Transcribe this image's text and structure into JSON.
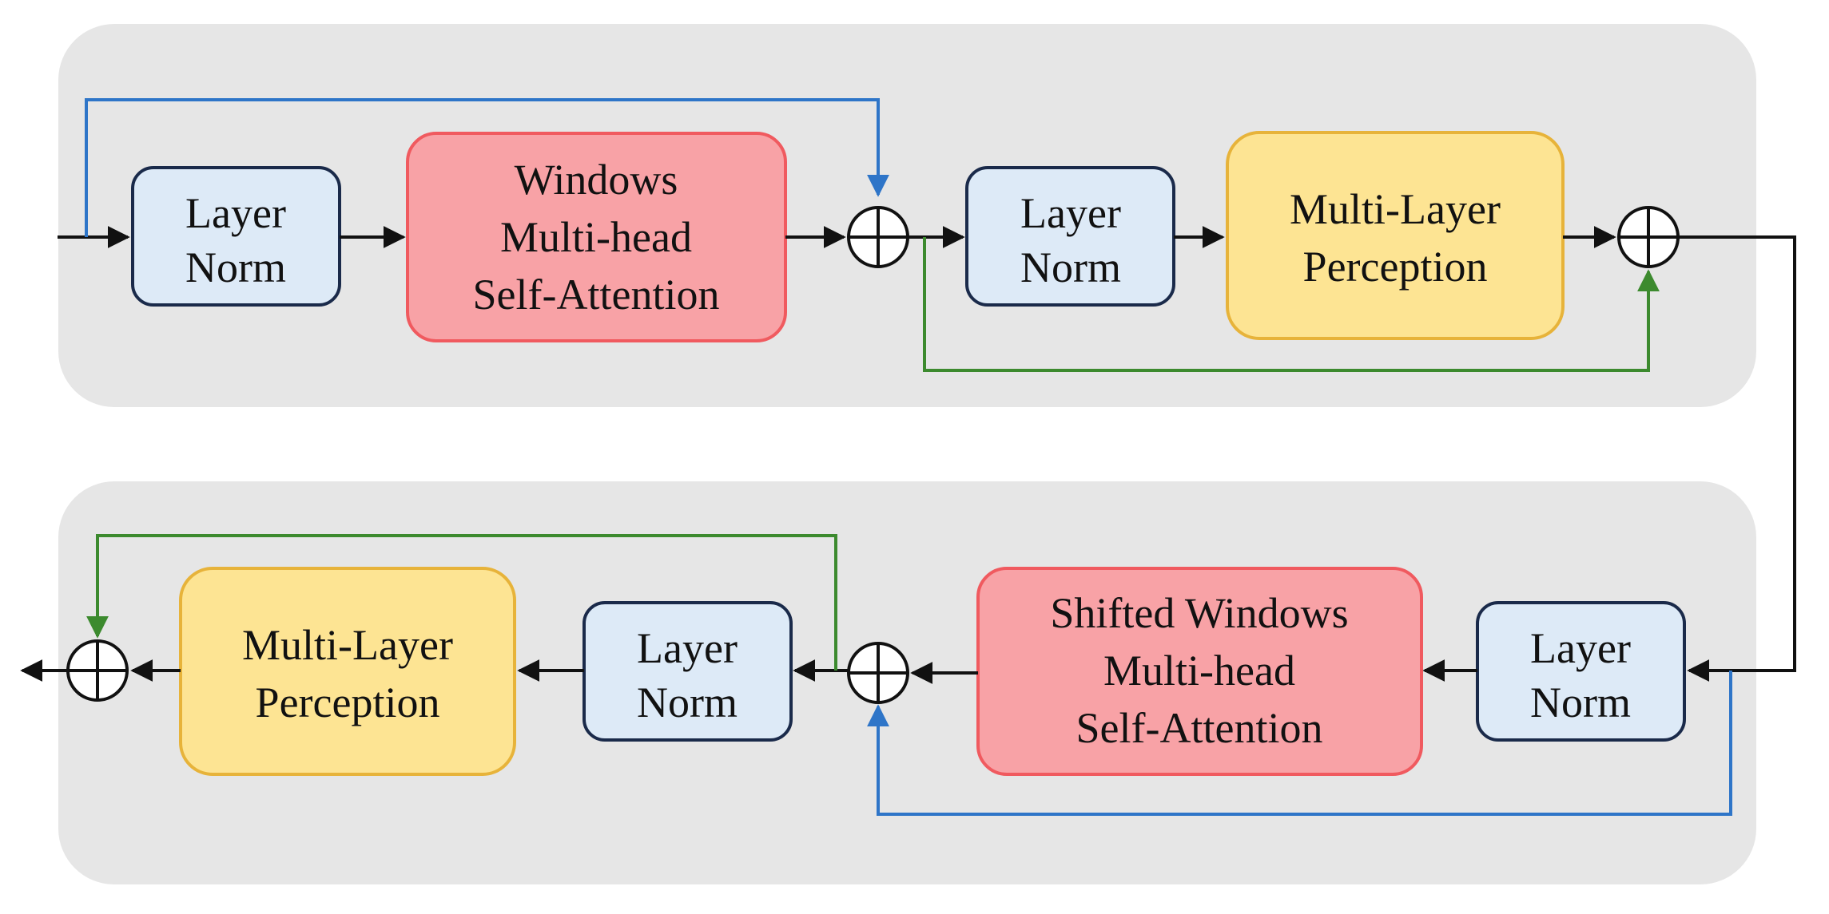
{
  "blocks": {
    "top_layernorm_1": [
      "Layer",
      "Norm"
    ],
    "top_attention": [
      "Windows",
      "Multi-head",
      "Self-Attention"
    ],
    "top_layernorm_2": [
      "Layer",
      "Norm"
    ],
    "top_mlp": [
      "Multi-Layer",
      "Perception"
    ],
    "bottom_layernorm_1": [
      "Layer",
      "Norm"
    ],
    "bottom_attention": [
      "Shifted Windows",
      "Multi-head",
      "Self-Attention"
    ],
    "bottom_layernorm_2": [
      "Layer",
      "Norm"
    ],
    "bottom_mlp": [
      "Multi-Layer",
      "Perception"
    ]
  },
  "colors": {
    "panel": "#e6e6e6",
    "layer_norm": "#ddeaf7",
    "attention": "#f8a2a6",
    "mlp": "#fde493",
    "skip_attention": "#2e75c8",
    "skip_mlp": "#3c8a2e",
    "flow": "#111111"
  }
}
